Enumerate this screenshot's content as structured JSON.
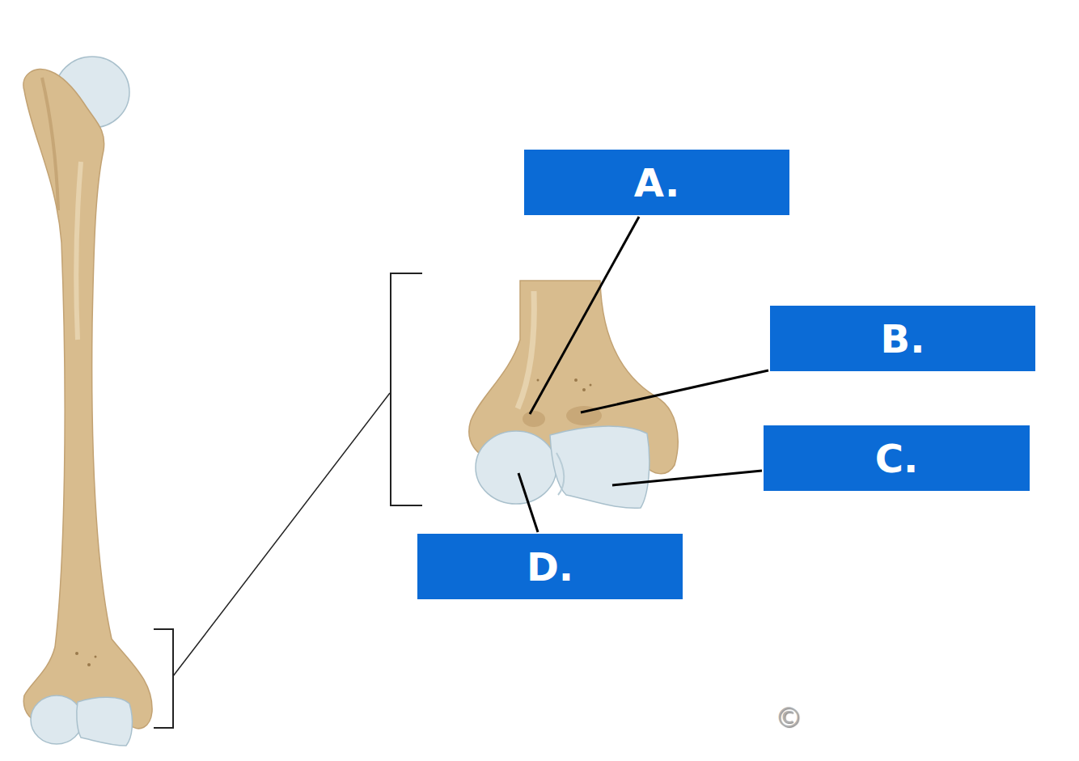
{
  "diagram": {
    "nodes": [
      {
        "text": [
          "A."
        ]
      },
      {
        "text": [
          "B."
        ]
      },
      {
        "text": [
          "C."
        ]
      },
      {
        "text": [
          "D."
        ]
      }
    ],
    "labels": [
      "©"
    ]
  }
}
